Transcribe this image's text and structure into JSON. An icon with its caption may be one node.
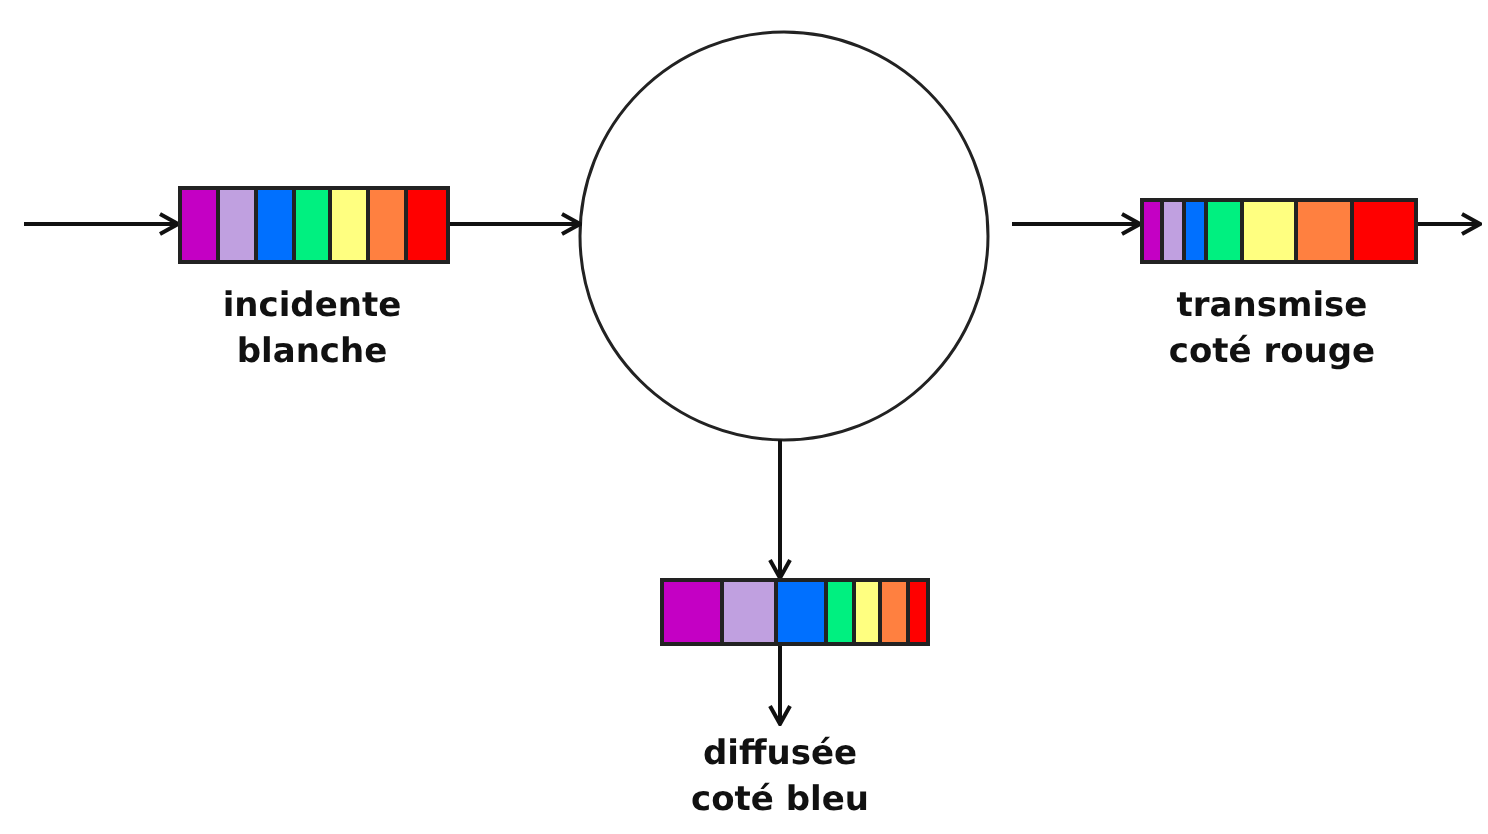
{
  "diagram": {
    "nodes": [
      {
        "text": [],
        "shape": "bar",
        "beside": [
          "incidente blanche"
        ]
      },
      {
        "text": [],
        "shape": "circle"
      },
      {
        "text": [],
        "shape": "bar",
        "beside": [
          "transmise coté rouge"
        ]
      },
      {
        "text": [],
        "shape": "bar"
      },
      {
        "text": [
          "diffusée coté bleu"
        ]
      }
    ],
    "edges": [
      {
        "from": null,
        "to": 0,
        "arrow": "to"
      },
      {
        "from": 0,
        "to": 1,
        "arrow": "to"
      },
      {
        "from": 1,
        "to": 2,
        "arrow": "to"
      },
      {
        "from": 2,
        "to": null,
        "arrow": "to"
      },
      {
        "from": 1,
        "to": 3,
        "arrow": "to"
      },
      {
        "from": 3,
        "to": 4,
        "arrow": "to"
      }
    ]
  }
}
